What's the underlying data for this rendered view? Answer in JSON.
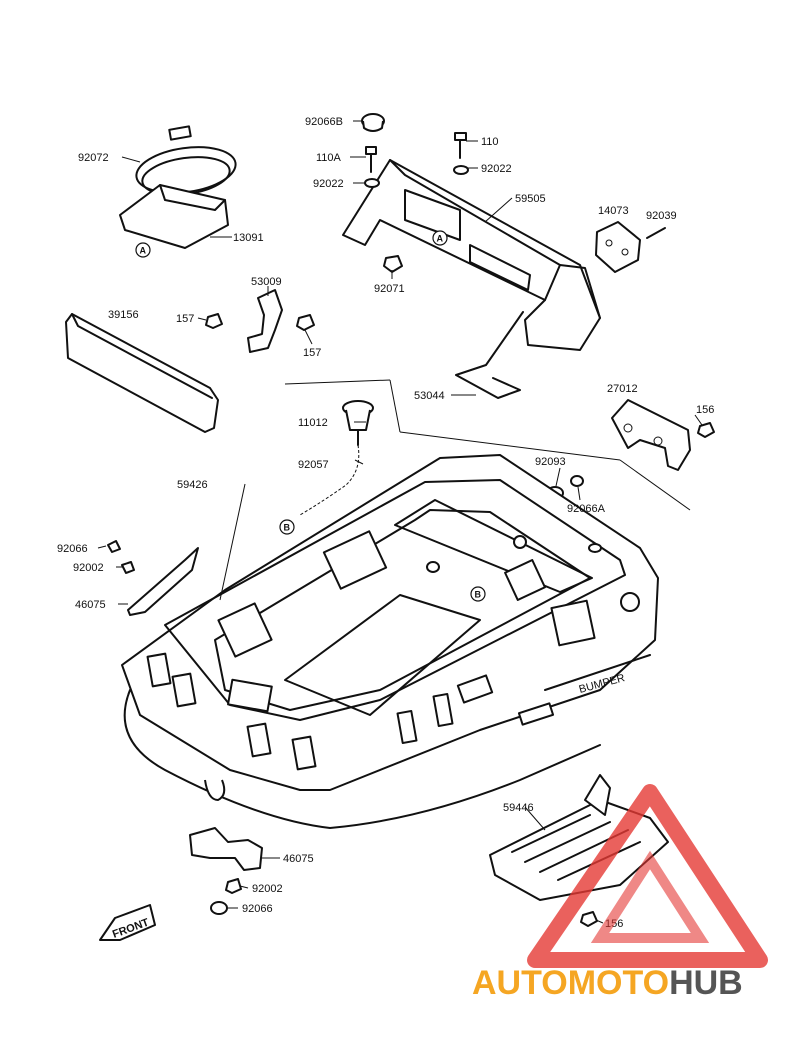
{
  "labels": {
    "p92066B": "92066B",
    "p110": "110",
    "p110A": "110A",
    "p92022a": "92022",
    "p92022b": "92022",
    "p92072": "92072",
    "p59505": "59505",
    "p14073": "14073",
    "p92039": "92039",
    "p13091": "13091",
    "p92071": "92071",
    "p53009": "53009",
    "p39156": "39156",
    "p157a": "157",
    "p157b": "157",
    "p53044": "53044",
    "p27012": "27012",
    "p156a": "156",
    "p11012": "11012",
    "p92057": "92057",
    "p59426": "59426",
    "p92093": "92093",
    "p92066A": "92066A",
    "p92066a": "92066",
    "p92002a": "92002",
    "p46075a": "46075",
    "p46075b": "46075",
    "p92002b": "92002",
    "p92066b": "92066",
    "p59446": "59446",
    "p156b": "156"
  },
  "callouts": {
    "A": "A",
    "B": "B"
  },
  "hull_text": {
    "bumper": "BUMPER",
    "front": "FRONT"
  },
  "watermark": {
    "part1": "AUTOMOTO",
    "part2": "HUB",
    "color1": "#f5a623",
    "color2": "#555555",
    "triangle": "#e53935"
  }
}
